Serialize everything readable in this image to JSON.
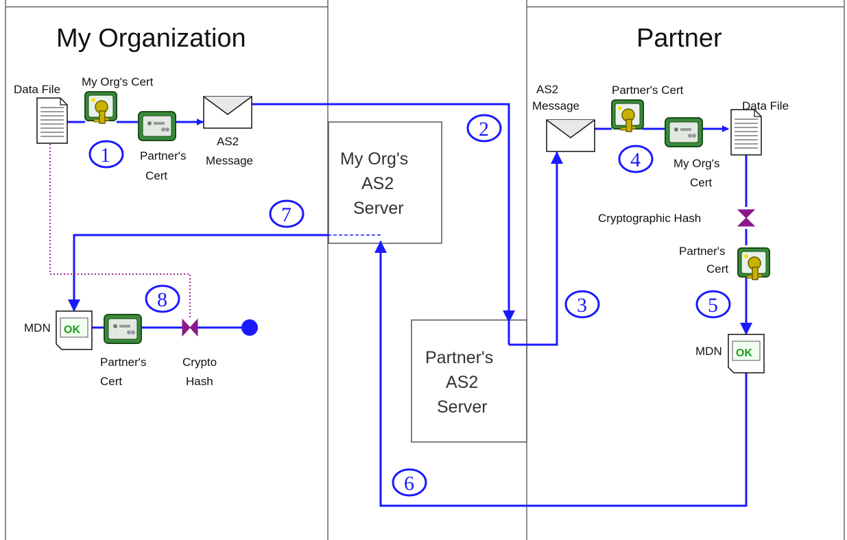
{
  "my_org": {
    "title": "My Organization",
    "data_file": "Data File",
    "my_org_cert": "My Org's Cert",
    "partner_cert": [
      "Partner's",
      "Cert"
    ],
    "as2_message": [
      "AS2",
      "Message"
    ],
    "mdn": "MDN",
    "ok": "OK",
    "mdn_partner_cert": [
      "Partner's",
      "Cert"
    ],
    "crypto_hash": [
      "Crypto",
      "Hash"
    ]
  },
  "servers": {
    "my_org_server": [
      "My Org's",
      "AS2",
      "Server"
    ],
    "partner_server": [
      "Partner's",
      "AS2",
      "Server"
    ]
  },
  "partner": {
    "title": "Partner",
    "as2_message": [
      "AS2",
      "Message"
    ],
    "partner_cert": "Partner's Cert",
    "data_file": "Data File",
    "my_org_cert": [
      "My Org's",
      "Cert"
    ],
    "cryptographic_hash": "Cryptographic Hash",
    "partner_cert_2": [
      "Partner's",
      "Cert"
    ],
    "mdn": "MDN",
    "ok": "OK"
  },
  "steps": [
    "1",
    "2",
    "3",
    "4",
    "5",
    "6",
    "7",
    "8"
  ],
  "colors": {
    "flow": "#1a1aff",
    "dotted": "#9a2a9a",
    "hash": "#8a1a8a",
    "cert_green": "#2e7d32",
    "ok_green": "#1f9a1f"
  }
}
